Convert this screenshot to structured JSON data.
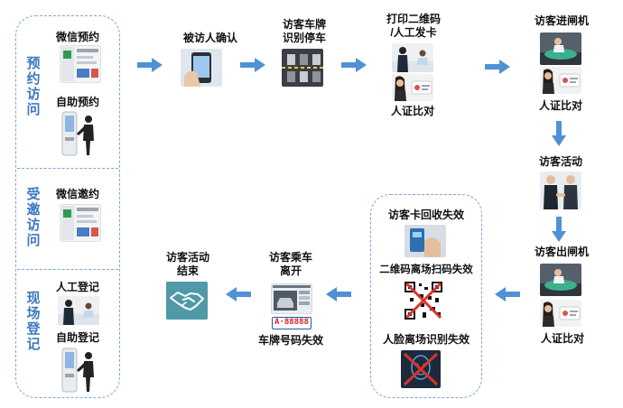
{
  "colors": {
    "accent_blue": "#3d79c0",
    "arrow_blue": "#4f91d4",
    "dashed_border": "#7ea6d6",
    "text": "#111111"
  },
  "left_panel": {
    "sections": [
      {
        "title": "预约访问",
        "items": [
          {
            "label": "微信预约",
            "icon": "wechat-screen-icon"
          },
          {
            "label": "自助预约",
            "icon": "kiosk-person-icon"
          }
        ]
      },
      {
        "title": "受邀访问",
        "items": [
          {
            "label": "微信邀约",
            "icon": "wechat-screen-icon"
          }
        ]
      },
      {
        "title": "现场登记",
        "items": [
          {
            "label": "人工登记",
            "icon": "reception-desk-icon"
          },
          {
            "label": "自助登记",
            "icon": "kiosk-person-icon"
          }
        ]
      }
    ]
  },
  "flow": {
    "visitee_confirm": "被访人确认",
    "plate_recognition": "访客车牌\n识别停车",
    "print_qr": "打印二维码\n/人工发卡",
    "id_compare_1": "人证比对",
    "enter_gate": "访客进闸机",
    "id_compare_2": "人证比对",
    "activity": "访客活动",
    "exit_gate": "访客出闸机",
    "id_compare_3": "人证比对",
    "card_recycle_invalid": "访客卡回收失效",
    "qr_exit_invalid": "二维码离场扫码失效",
    "face_exit_invalid": "人脸离场识别失效",
    "car_leave": "访客乘车\n离开",
    "plate_invalid": "车牌号码失效",
    "activity_end": "访客活动\n结束"
  },
  "plate_text": "A·88888"
}
